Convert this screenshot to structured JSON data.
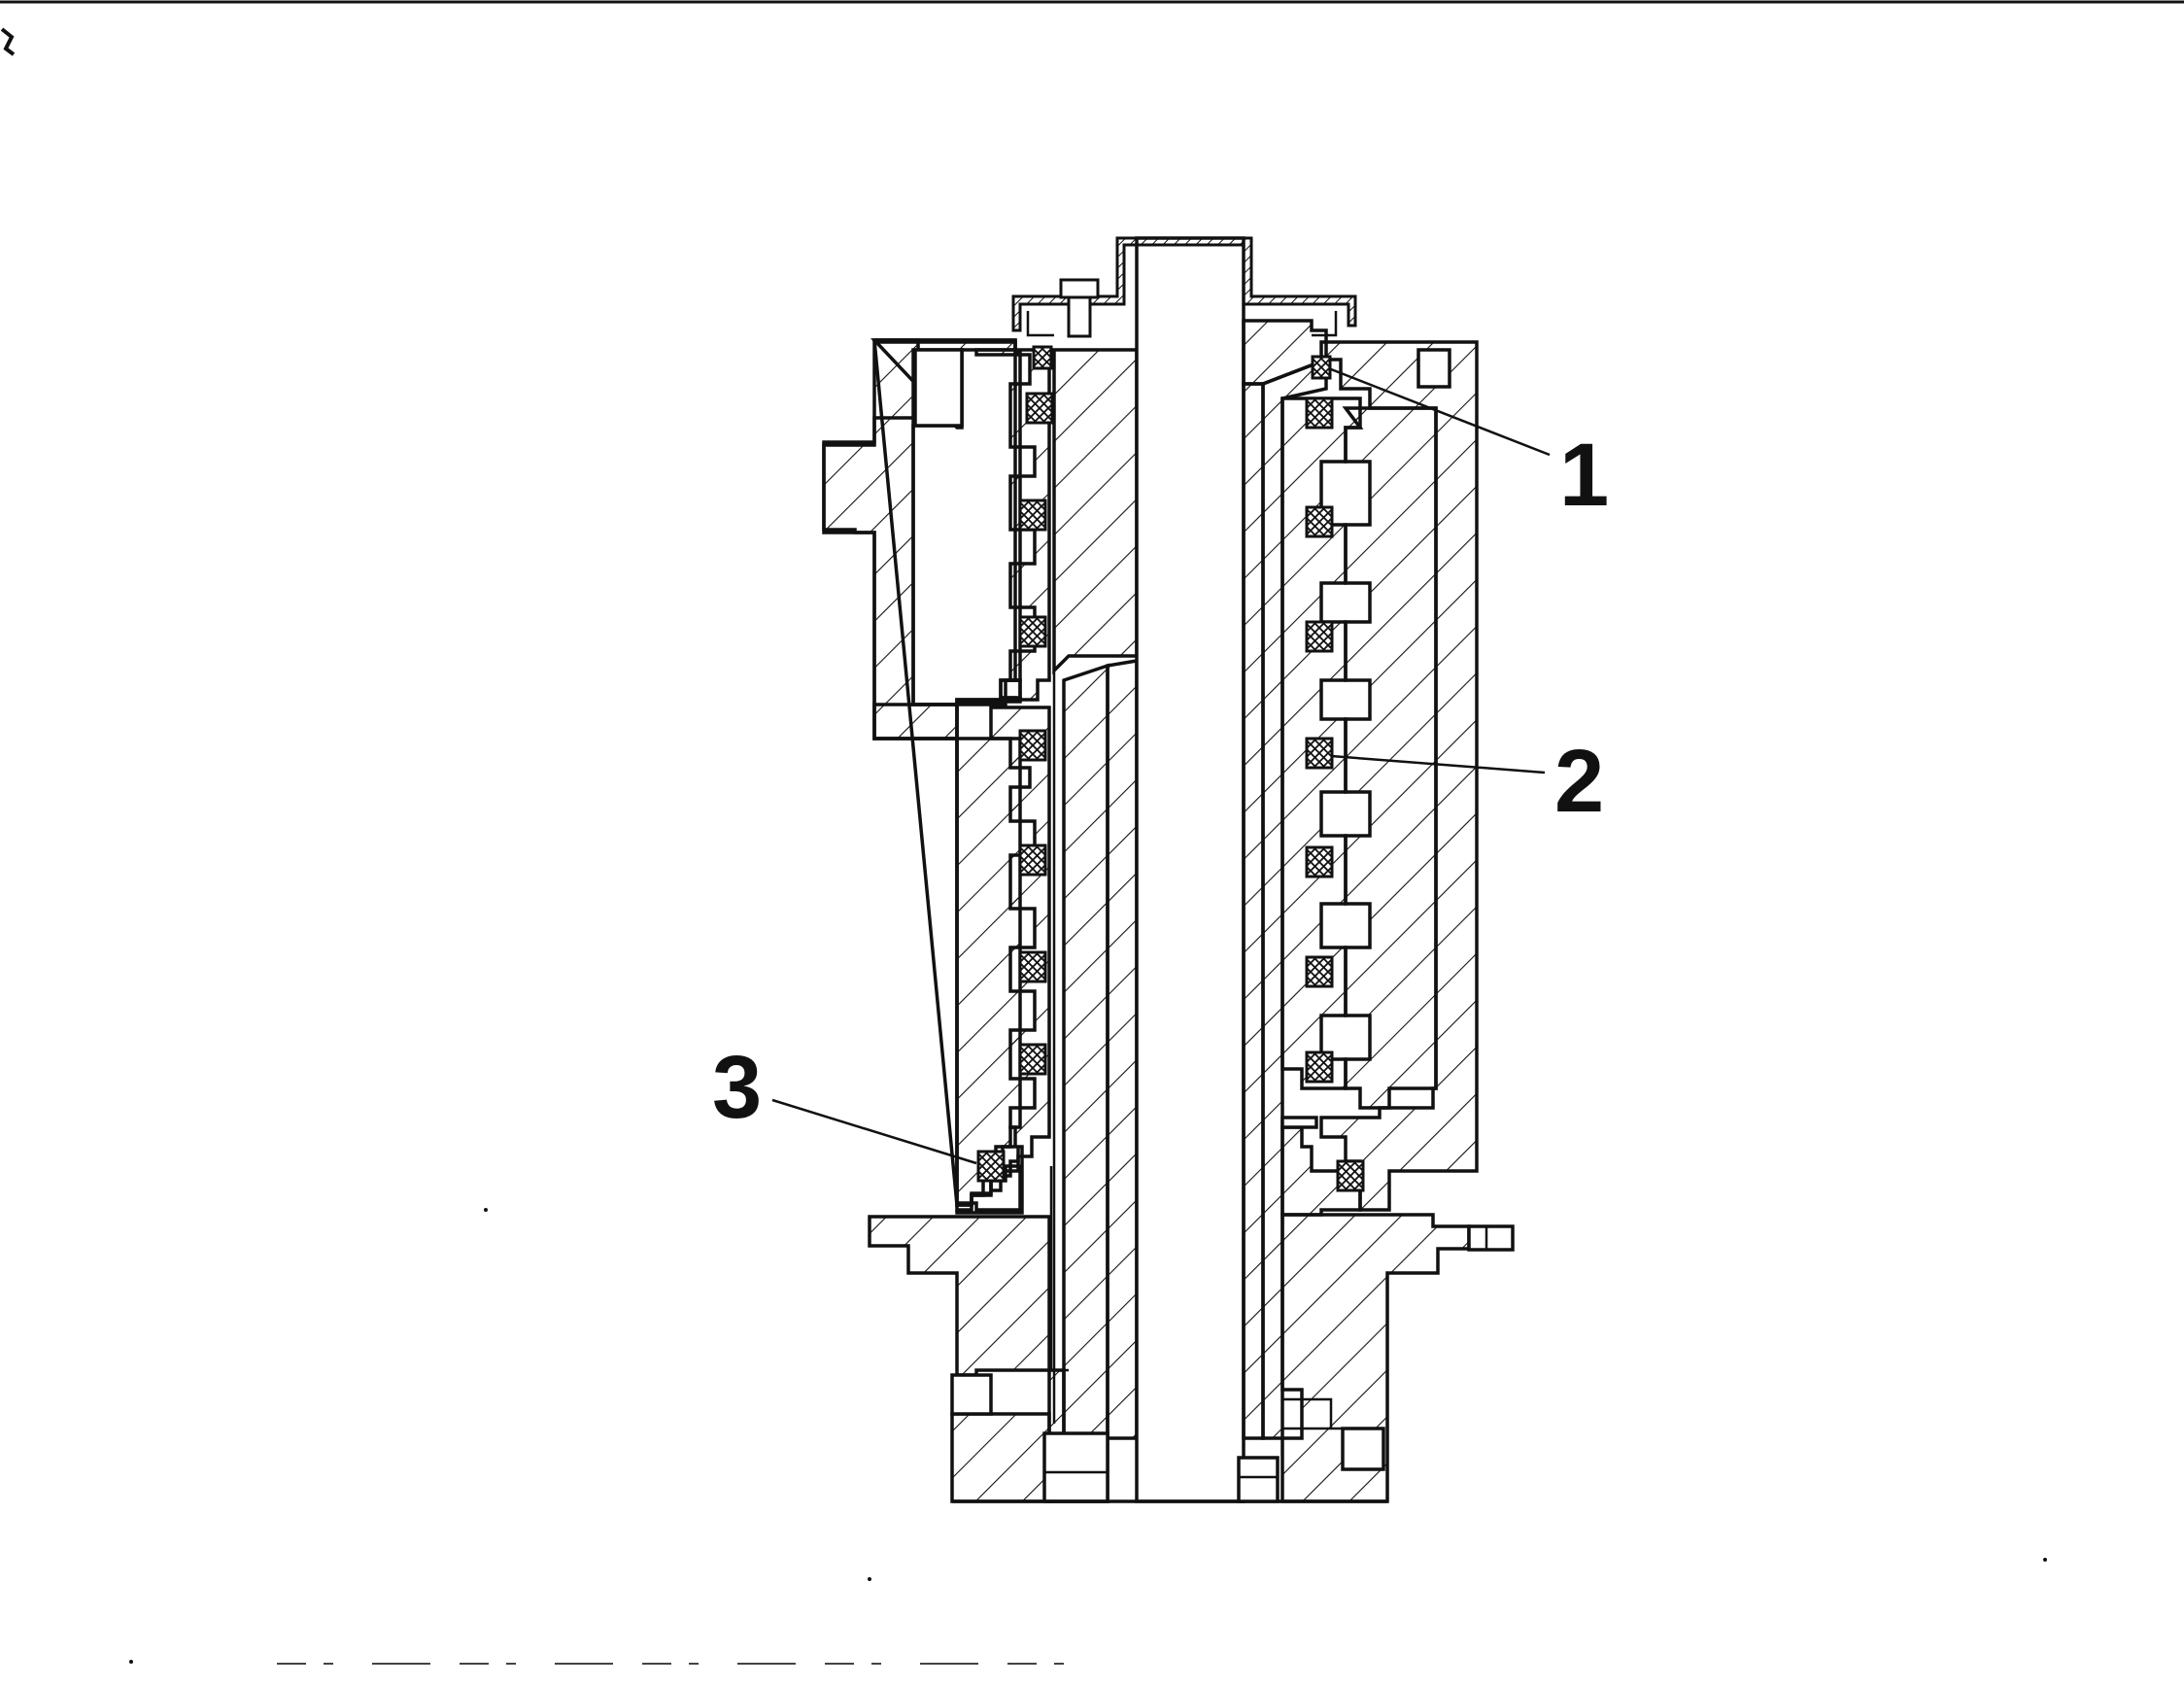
{
  "figure": {
    "description_type": "technical cross-section drawing",
    "callouts": [
      {
        "id": "1",
        "label": "1"
      },
      {
        "id": "2",
        "label": "2"
      },
      {
        "id": "3",
        "label": "3"
      }
    ],
    "colors": {
      "line": "#111111",
      "background": "#ffffff"
    }
  }
}
